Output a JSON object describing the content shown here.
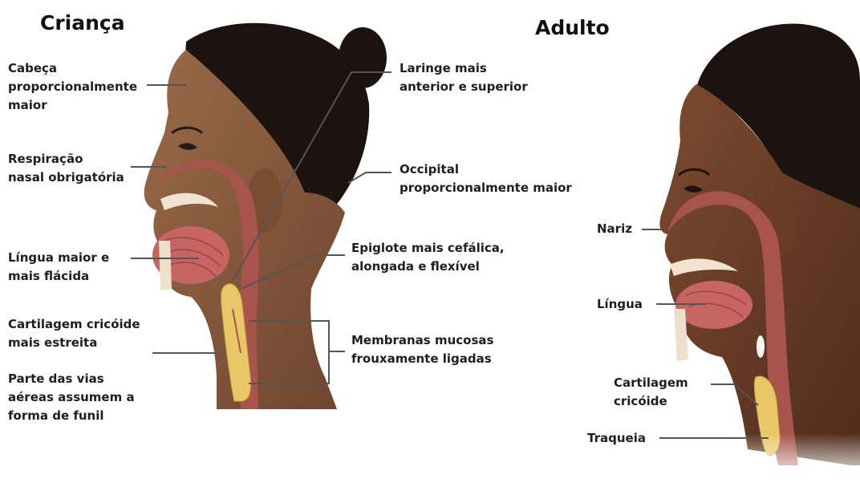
{
  "titles": {
    "child": "Criança",
    "adult": "Adulto"
  },
  "child_labels": {
    "head": "Cabeça\nproporcionalmente\nmaior",
    "nasal": "Respiração\nnasal obrigatória",
    "tongue": "Língua maior e\nmais flácida",
    "cricoid": "Cartilagem cricóide\nmais estreita",
    "funnel": "Parte das vias\naéreas assumem a\nforma de funil",
    "larynx": "Laringe mais\nanterior e superior",
    "occipital": "Occipital\nproporcionalmente maior",
    "epiglottis": "Epiglote mais cefálica,\nalongada e flexível",
    "mucosa": "Membranas mucosas\nfrouxamente ligadas"
  },
  "adult_labels": {
    "nose": "Nariz",
    "tongue": "Língua",
    "cricoid": "Cartilagem\ncricóide",
    "trachea": "Traqueia"
  },
  "colors": {
    "skin_child": "#8a5a3c",
    "skin_adult": "#6e4028",
    "hair": "#1c1210",
    "airway": "#a8534b",
    "tongue": "#c76562",
    "cartilage": "#e9c766",
    "leader_line": "#555555"
  }
}
